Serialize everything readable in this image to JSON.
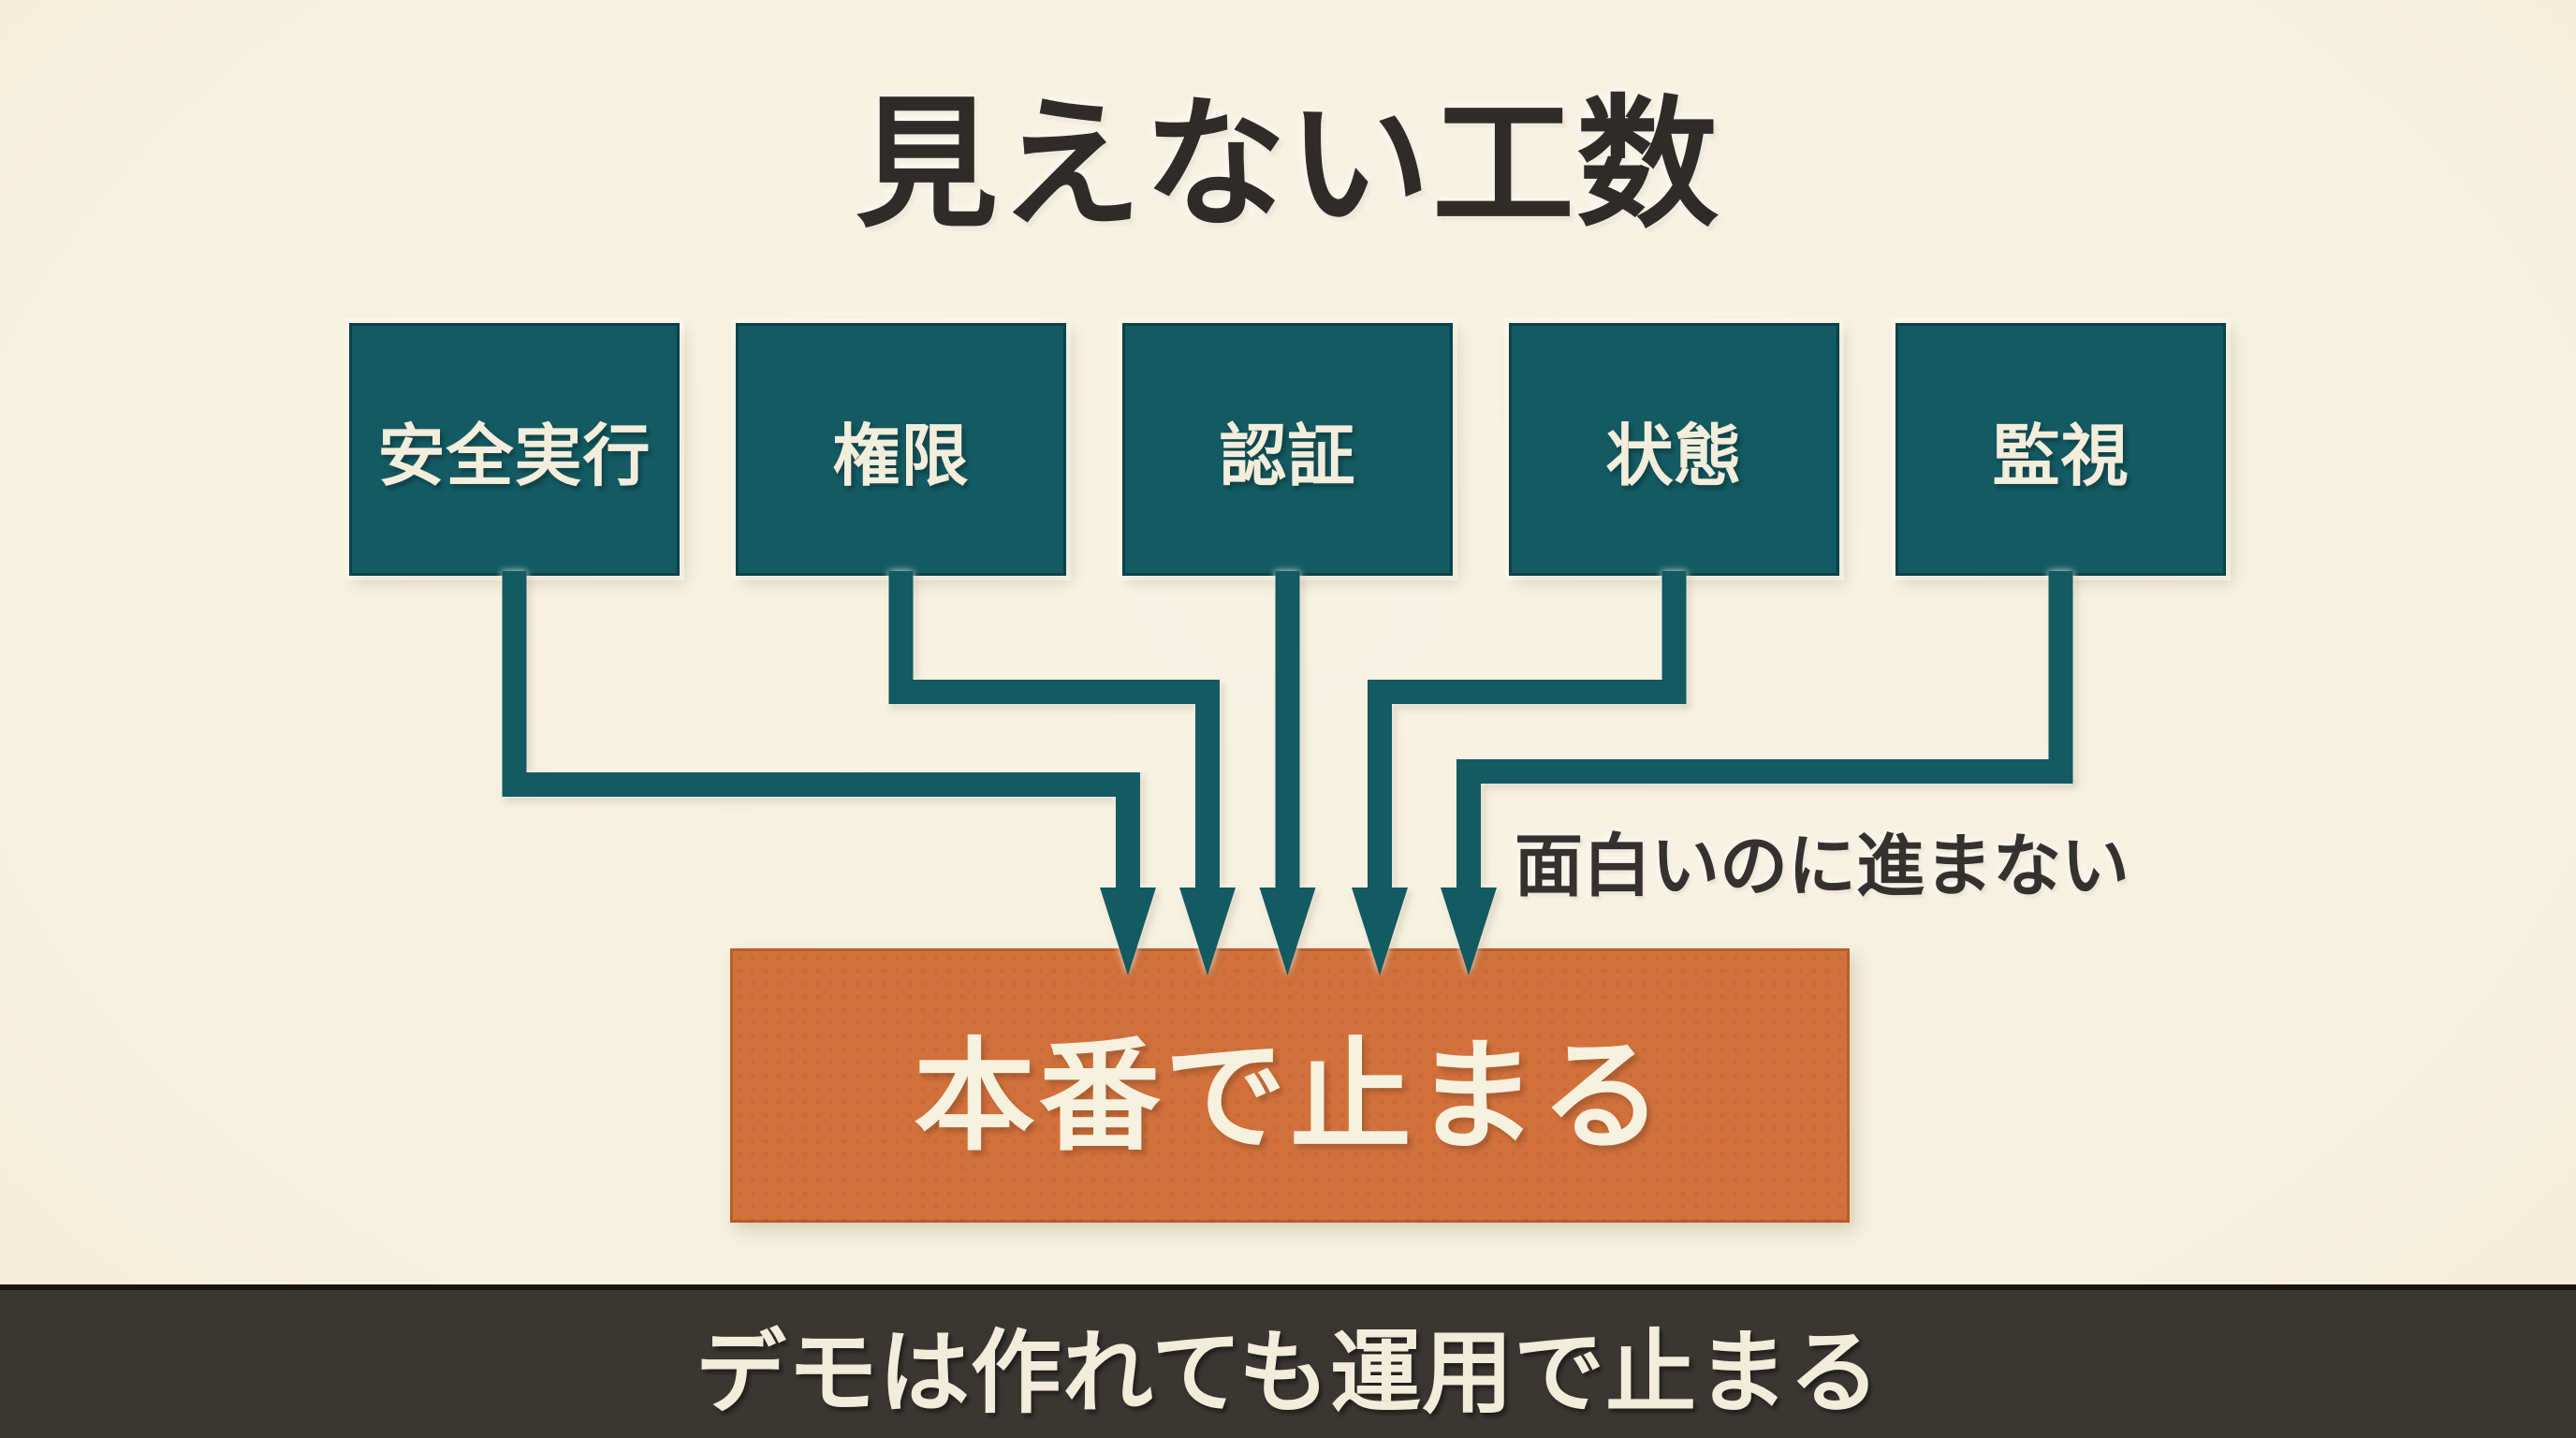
{
  "slide": {
    "title": "見えない工数",
    "factor_boxes": [
      {
        "label": "安全実行"
      },
      {
        "label": "権限"
      },
      {
        "label": "認証"
      },
      {
        "label": "状態"
      },
      {
        "label": "監視"
      }
    ],
    "annotation": "面白いのに進まない",
    "result_box": {
      "label": "本番で止まる"
    },
    "caption_bar": {
      "text": "デモは作れても運用で止まる"
    },
    "connections": [
      {
        "from": "安全実行",
        "to": "本番で止まる"
      },
      {
        "from": "権限",
        "to": "本番で止まる"
      },
      {
        "from": "認証",
        "to": "本番で止まる"
      },
      {
        "from": "状態",
        "to": "本番で止まる"
      },
      {
        "from": "監視",
        "to": "本番で止まる"
      }
    ],
    "colors": {
      "background": "#f7f1e1",
      "teal_box": "#135a62",
      "orange_box": "#d2713c",
      "caption_bar_bg": "#3a3733",
      "title_text": "#2e2c28",
      "box_text": "#f3eddc",
      "annotation_text": "#34322e",
      "result_text": "#f7f1df",
      "caption_text": "#f2ecda"
    }
  }
}
